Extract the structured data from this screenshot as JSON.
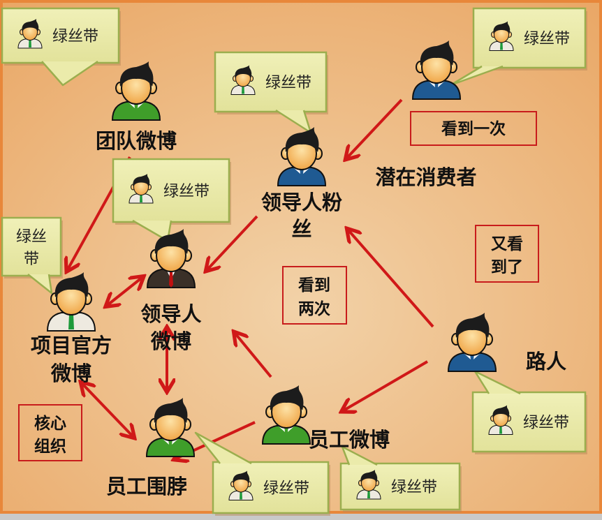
{
  "colors": {
    "background": "#edb67d",
    "border": "#e8873a",
    "arrow": "#d01818",
    "bubble_fill": "#eaeaa8",
    "bubble_stroke": "#9bae4e",
    "box_stroke": "#c81c1c",
    "shirt_green": "#3f9e2a",
    "shirt_blue": "#1f5a92",
    "suit_dark": "#3a3028"
  },
  "nodes": {
    "team_weibo": "团队微博",
    "potential_consumer": "潜在消费者",
    "leader_fan_line1": "领导人粉",
    "leader_fan_line2": "丝",
    "leader_weibo_line1": "领导人",
    "leader_weibo_line2": "微博",
    "official_weibo_line1": "项目官方",
    "official_weibo_line2": "微博",
    "passerby": "路人",
    "employee_weibo": "员工微博",
    "employee_scarf": "员工围脖"
  },
  "bubbles": {
    "green_ribbon": "绿丝带",
    "green_ribbon_split_line1": "绿丝",
    "green_ribbon_split_line2": "带"
  },
  "boxes": {
    "seen_once": "看到一次",
    "seen_again_line1": "又看",
    "seen_again_line2": "到了",
    "seen_twice_line1": "看到",
    "seen_twice_line2": "两次",
    "core_org_line1": "核心",
    "core_org_line2": "组织"
  }
}
